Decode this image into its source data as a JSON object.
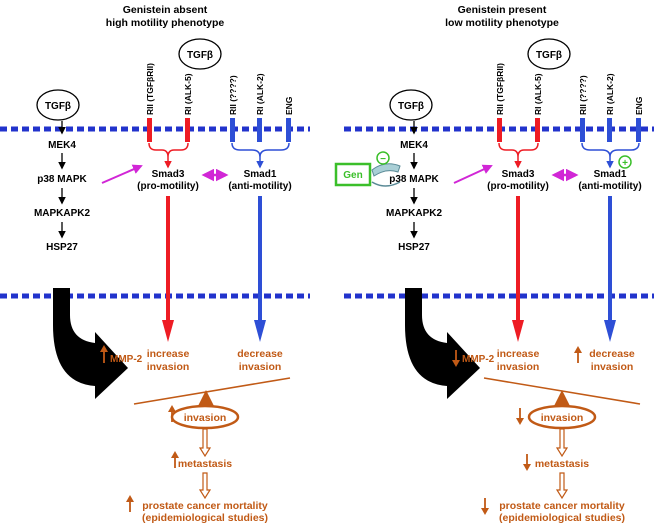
{
  "colors": {
    "black": "#000000",
    "red": "#ee1c24",
    "blue": "#2e4fd6",
    "magenta": "#d126d6",
    "orange": "#c15a16",
    "green": "#3bbf2a",
    "membrane": "#2233cc"
  },
  "left": {
    "title_line1": "Genistein absent",
    "title_line2": "high motility phenotype",
    "tgfb_top": "TGFβ",
    "tgfb_left": "TGFβ",
    "receptors": [
      "RII (TGFβRII)",
      "RI (ALK-5)",
      "RII (????)",
      "RI (ALK-2)",
      "ENG"
    ],
    "pathway": [
      "MEK4",
      "p38 MAPK",
      "MAPKAPK2",
      "HSP27"
    ],
    "smad3_line1": "Smad3",
    "smad3_line2": "(pro-motility)",
    "smad1_line1": "Smad1",
    "smad1_line2": "(anti-motility)",
    "mmp2": "MMP-2",
    "increase_line1": "increase",
    "increase_line2": "invasion",
    "decrease_line1": "decrease",
    "decrease_line2": "invasion",
    "invasion": "invasion",
    "metastasis": "metastasis",
    "mortality_line1": "prostate cancer mortality",
    "mortality_line2": "(epidemiological studies)"
  },
  "right": {
    "title_line1": "Genistein present",
    "title_line2": "low motility phenotype",
    "tgfb_top": "TGFβ",
    "tgfb_left": "TGFβ",
    "receptors": [
      "RII (TGFβRII)",
      "RI (ALK-5)",
      "RII (????)",
      "RI (ALK-2)",
      "ENG"
    ],
    "pathway": [
      "MEK4",
      "p38 MAPK",
      "MAPKAPK2",
      "HSP27"
    ],
    "gen": "Gen",
    "minus": "−",
    "plus": "+",
    "smad3_line1": "Smad3",
    "smad3_line2": "(pro-motility)",
    "smad1_line1": "Smad1",
    "smad1_line2": "(anti-motility)",
    "mmp2": "MMP-2",
    "increase_line1": "increase",
    "increase_line2": "invasion",
    "decrease_line1": "decrease",
    "decrease_line2": "invasion",
    "invasion": "invasion",
    "metastasis": "metastasis",
    "mortality_line1": "prostate cancer mortality",
    "mortality_line2": "(epidemiological studies)"
  }
}
